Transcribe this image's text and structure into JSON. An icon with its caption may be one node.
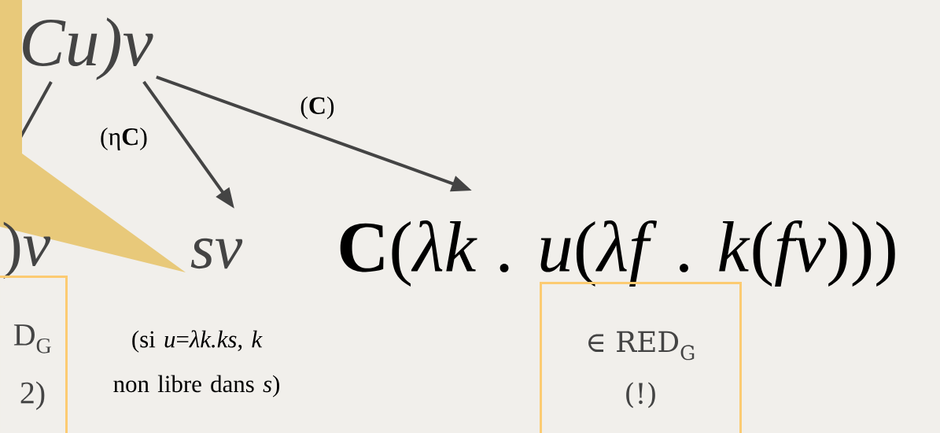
{
  "diagram": {
    "nodes": [
      {
        "text": [
          "Cu)v"
        ]
      },
      {
        "text": [
          ")*v*"
        ]
      },
      {
        "text": [
          "D$_{G}$",
          "2)"
        ]
      },
      {
        "text": [
          "sv"
        ],
        "beside": [
          "(si *u*=*λk.ks*, *k* non libre dans *s*)"
        ]
      },
      {
        "text": [
          "**C**(*λk* . *u*(*λf* . *k*(*fv*)))"
        ]
      },
      {
        "text": [
          "∈ RED$_{G}$",
          "(!)"
        ]
      }
    ],
    "edges": [
      {
        "from": 0,
        "to": 1,
        "arrow": "none"
      },
      {
        "from": 0,
        "to": 3,
        "arrow": "to",
        "label": "(η**C**)"
      },
      {
        "from": 0,
        "to": 4,
        "arrow": "to",
        "label": "(**C**)"
      }
    ]
  }
}
